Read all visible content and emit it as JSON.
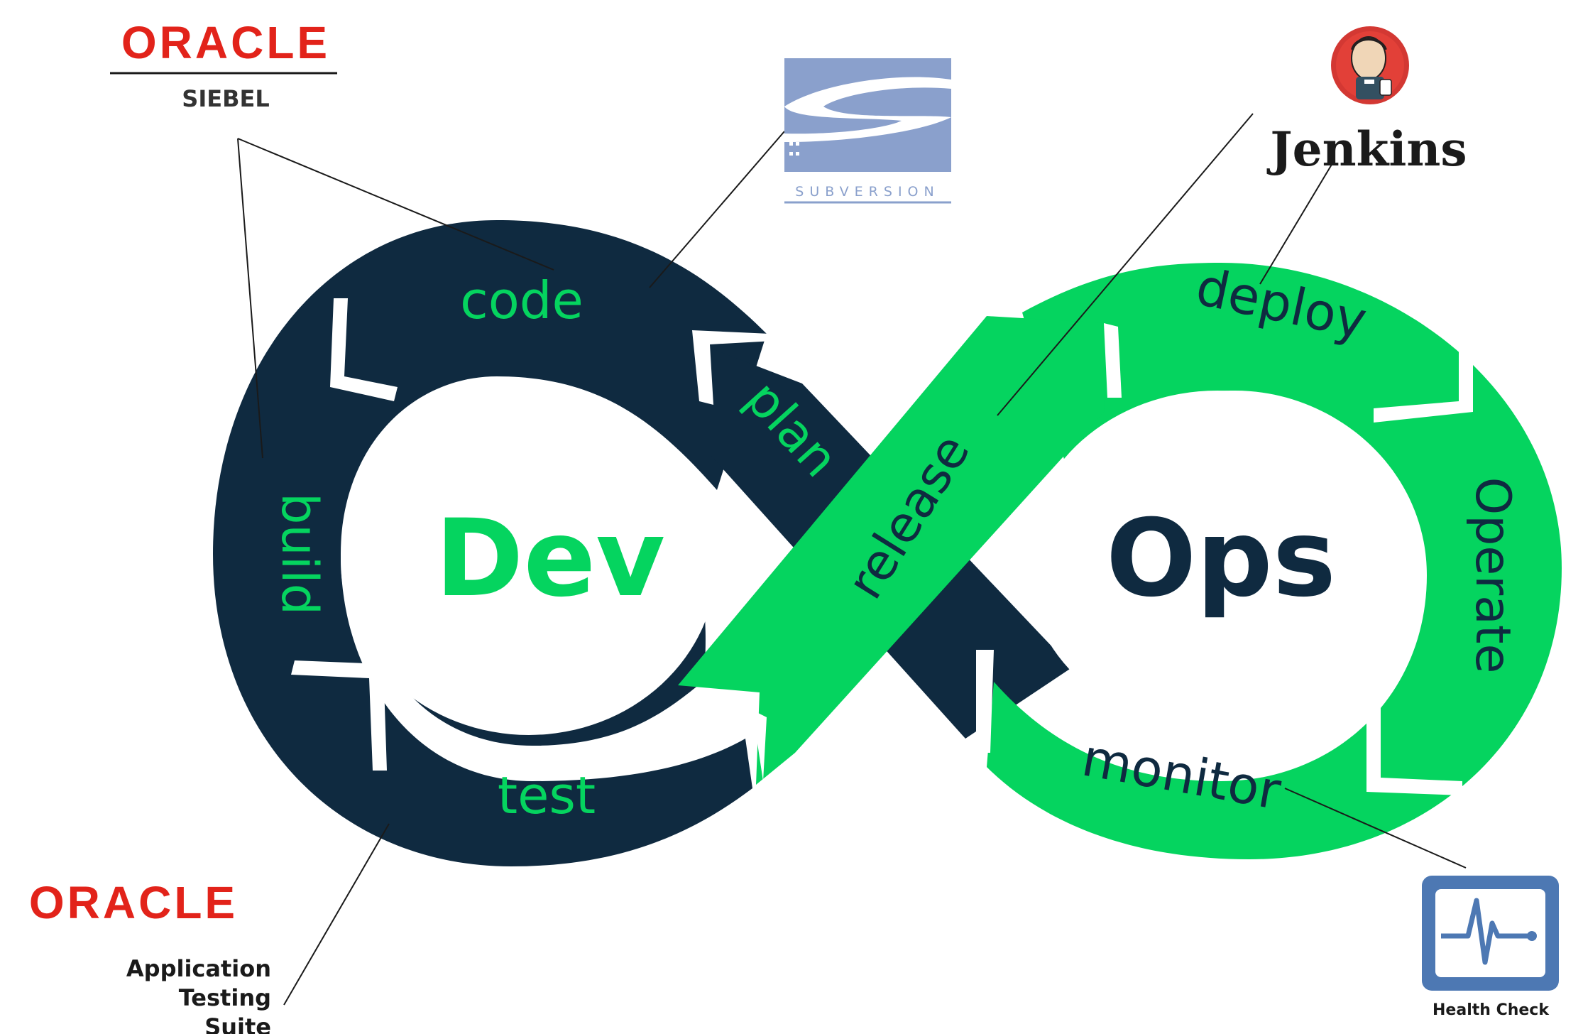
{
  "center": {
    "dev_label": "Dev",
    "ops_label": "Ops"
  },
  "stages": {
    "code": "code",
    "plan": "plan",
    "build": "build",
    "test": "test",
    "release": "release",
    "deploy": "deploy",
    "operate": "Operate",
    "monitor": "monitor"
  },
  "tools": {
    "oracle_siebel": {
      "brand": "ORACLE",
      "product": "SIEBEL"
    },
    "subversion": {
      "name": "SUBVERSION"
    },
    "jenkins": {
      "name": "Jenkins"
    },
    "oracle_ats": {
      "brand": "ORACLE",
      "line1": "Application",
      "line2": "Testing",
      "line3": "Suite"
    },
    "health_check": {
      "name": "Health Check"
    }
  },
  "colors": {
    "dev_navy": "#0f2a40",
    "ops_green": "#05d45f",
    "oracle_red": "#e2231a",
    "svn_blue": "#8aa0cc",
    "health_blue": "#4d78b3"
  }
}
